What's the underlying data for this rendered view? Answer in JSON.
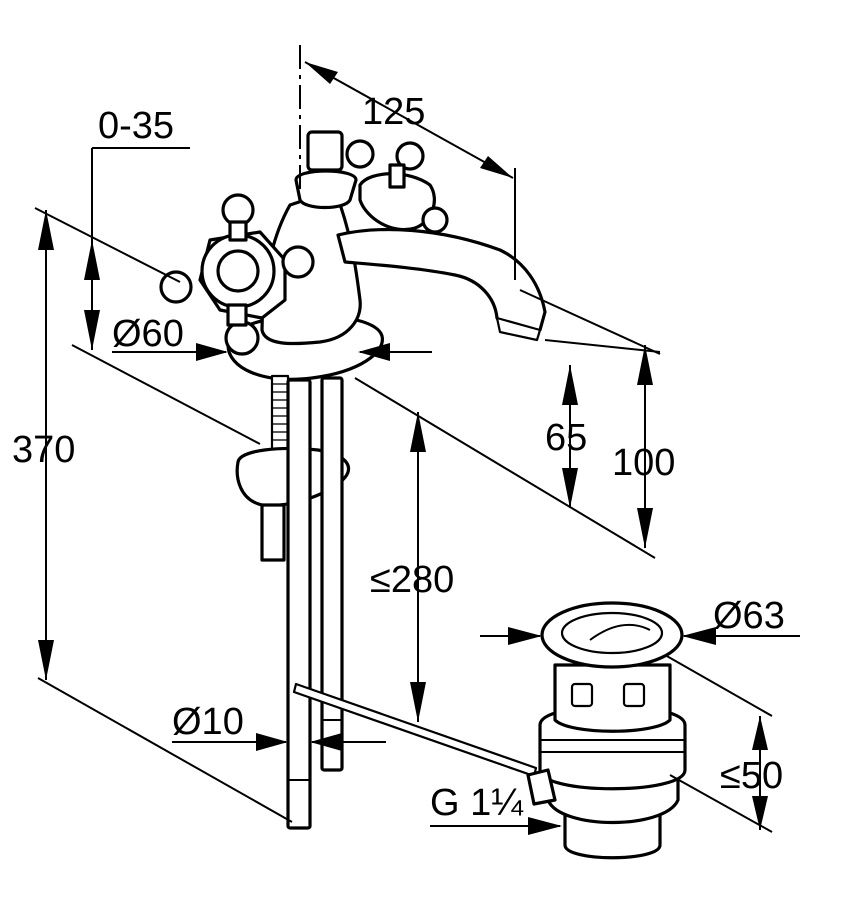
{
  "dimensions": {
    "spout_reach": "125",
    "lever_height_range": "0-35",
    "base_diameter": "Ø60",
    "total_height": "370",
    "spout_height": "65",
    "tap_height": "100",
    "max_depth": "≤280",
    "waste_diameter": "Ø63",
    "rod_diameter": "Ø10",
    "waste_height": "≤50",
    "waste_thread": "G 1¼"
  }
}
